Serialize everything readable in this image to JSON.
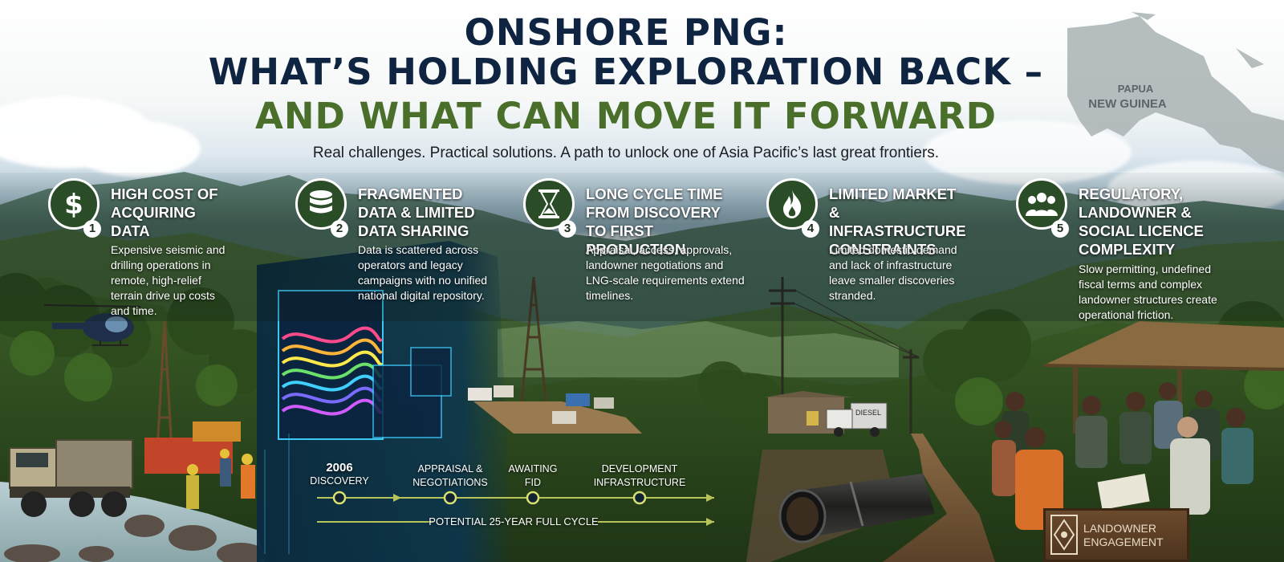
{
  "header": {
    "title_line1": "ONSHORE PNG:",
    "title_line2": "WHAT’S HOLDING EXPLORATION BACK –",
    "title_line3": "AND WHAT CAN MOVE IT FORWARD",
    "subtitle": "Real challenges. Practical solutions. A path to unlock one of Asia Pacific’s last great frontiers."
  },
  "map": {
    "label_line1": "PAPUA",
    "label_line2": "NEW GUINEA"
  },
  "challenges": [
    {
      "number": "1",
      "icon": "dollar-icon",
      "title": "High Cost of Acquiring Data",
      "description": "Expensive seismic and drilling operations in remote, high-relief terrain drive up costs and time."
    },
    {
      "number": "2",
      "icon": "database-icon",
      "title": "Fragmented Data & Limited Data Sharing",
      "description": "Data is scattered across operators and legacy campaigns with no unified national digital repository."
    },
    {
      "number": "3",
      "icon": "hourglass-icon",
      "title": "Long Cycle Time from Discovery to First Production",
      "description": "Appraisal, access, approvals, landowner negotiations and LNG-scale requirements extend timelines."
    },
    {
      "number": "4",
      "icon": "flame-icon",
      "title": "Limited Market & Infrastructure Constraints",
      "description": "Limited domestic demand and lack of infrastructure leave smaller discoveries stranded."
    },
    {
      "number": "5",
      "icon": "people-icon",
      "title": "Regulatory, Landowner & Social Licence Complexity",
      "description": "Slow permitting, undefined fiscal terms and complex landowner structures create operational friction."
    }
  ],
  "timeline": {
    "stages": [
      {
        "line1": "2006",
        "line2": "DISCOVERY"
      },
      {
        "line1": "APPRAISAL &",
        "line2": "NEGOTIATIONS"
      },
      {
        "line1": "AWAITING",
        "line2": "FID"
      },
      {
        "line1": "DEVELOPMENT",
        "line2": "INFRASTRUCTURE"
      }
    ],
    "cycle_label": "POTENTIAL 25-YEAR FULL CYCLE"
  },
  "scene_labels": {
    "truck_text": "DIESEL",
    "sign_line1": "LANDOWNER",
    "sign_line2": "ENGAGEMENT"
  },
  "colors": {
    "title_navy": "#0f2440",
    "title_green": "#4a6f2a",
    "icon_green": "#2a4d28",
    "timeline_line": "#b7c45a",
    "data_panel_glow": "#3fd0ff"
  }
}
